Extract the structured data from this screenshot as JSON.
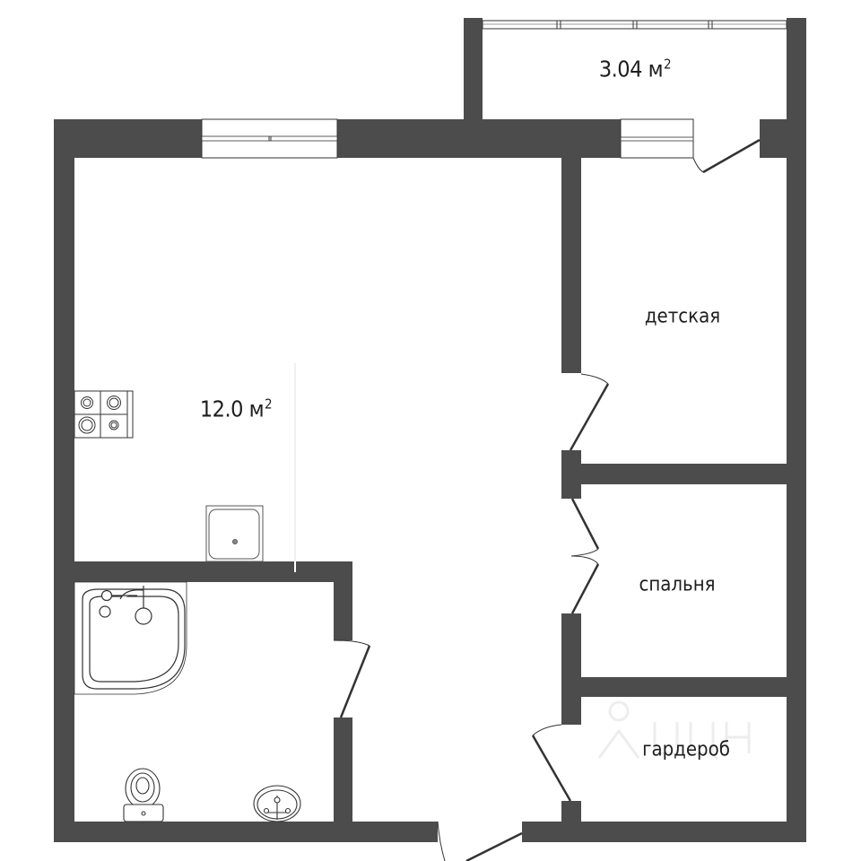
{
  "plan": {
    "wall_color": "#4c4c4c",
    "line_color": "#333333",
    "background": "#ffffff"
  },
  "rooms": {
    "kitchen_living": {
      "area_value": "12.0",
      "area_unit": "м",
      "area_exp": "2"
    },
    "balcony": {
      "area_value": "3.04",
      "area_unit": "м",
      "area_exp": "2"
    },
    "kids_room": {
      "label": "детская"
    },
    "bedroom": {
      "label": "спальня"
    },
    "wardrobe": {
      "label": "гардероб"
    }
  },
  "icons": {
    "stove": "stove-icon",
    "sink": "kitchen-sink-icon",
    "bathtub": "corner-bathtub-icon",
    "toilet": "toilet-icon",
    "washbasin": "washbasin-icon",
    "watermark": "watermark-logo-icon"
  }
}
